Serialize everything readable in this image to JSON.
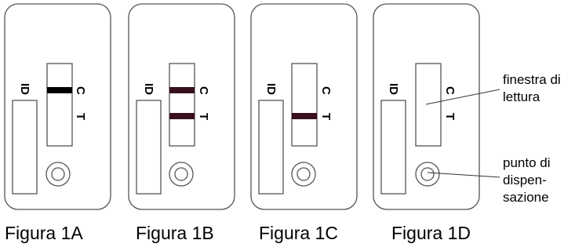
{
  "labels": {
    "id": "ID",
    "control": "C",
    "test": "T"
  },
  "figures": [
    {
      "caption": "Figura 1A",
      "control_line": true,
      "test_line": false,
      "line_color": "#000000"
    },
    {
      "caption": "Figura 1B",
      "control_line": true,
      "test_line": true,
      "line_color": "#3a0f1c"
    },
    {
      "caption": "Figura 1C",
      "control_line": false,
      "test_line": true,
      "line_color": "#3a0f1c"
    },
    {
      "caption": "Figura 1D",
      "control_line": false,
      "test_line": false,
      "line_color": "#000000"
    }
  ],
  "annotations": {
    "reading_window": "finestra di\nlettura",
    "sample_well": "punto di\ndispen-\nsazione"
  },
  "colors": {
    "outline": "#555555",
    "background": "#ffffff"
  }
}
